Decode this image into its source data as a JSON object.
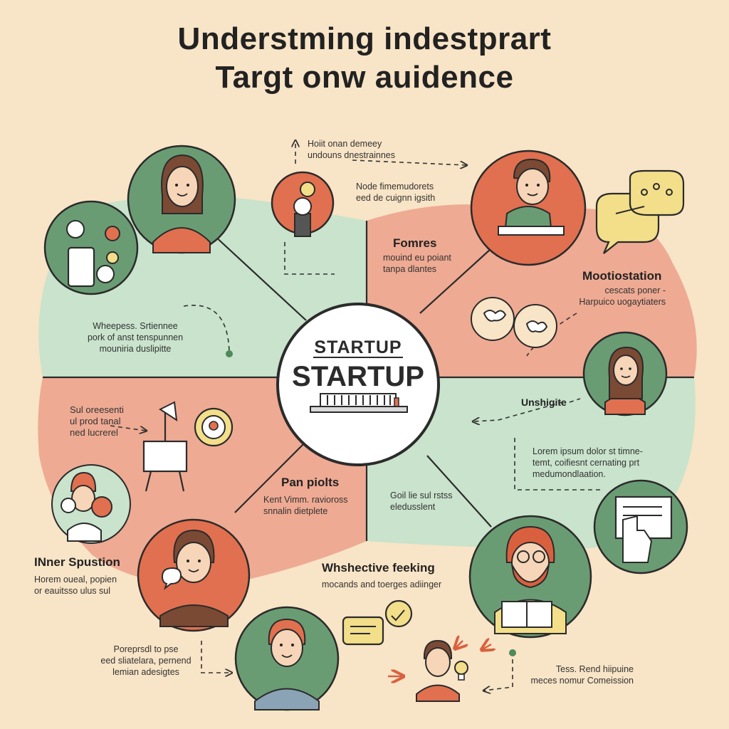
{
  "title": {
    "line1": "Understming indestprart",
    "line2": "Targt  onw auidence"
  },
  "center": {
    "top": "STARTUP",
    "main": "STARTUP"
  },
  "labels": {
    "top_mid_1": "Hoiit onan demeey\nundouns dnestrainnes",
    "top_mid_2": "Node fimemudorets\need de cuignn igsith",
    "fomres_head": "Fomres",
    "fomres_body": "mouind eu poiant\ntanpa dlantes",
    "motio_head": "Mootiostation",
    "motio_body": "cescats poner -\nHarpuico uogaytiaters",
    "left_upper": "Wheepess. Srtiennee\npork of anst tenspunnen\nmouniria duslipitte",
    "unshig_head": "Unshigite",
    "right_mid": "Lorem ipsum dolor st timne-\ntemt, coifiesnt cernating prt\nmedumondlaation.",
    "left_mid": "Sul oreesenti\nul prod tanal\nned lucrerel",
    "panp_head": "Pan piolts",
    "panp_body": "Kent Vimm. ravioross\nsnnalin dietplete",
    "goil_body": "Goil lie sul rstss\neledusslent",
    "inner_head": "INner Spustion",
    "inner_body": "Horem oueal, popien\nor eauitsso ulus sul",
    "whsh_head": "Whshective feeking",
    "whsh_body": "mocands and toerges adiinger",
    "bottom_left": "Poreprsdl to pse\need sliatelara, pernend\nlemian adesigtes",
    "bottom_right": "Tess. Rend hiipuine\nmeces nomur Comeission"
  },
  "colors": {
    "background": "#f8e4c6",
    "green": "#c9e3cc",
    "salmon": "#eeaa93",
    "circle_green": "#6a9c73",
    "circle_orange": "#e0704f",
    "speech_yellow": "#f3de8a",
    "line": "#2b2b2b",
    "arrow": "#d9603f"
  }
}
